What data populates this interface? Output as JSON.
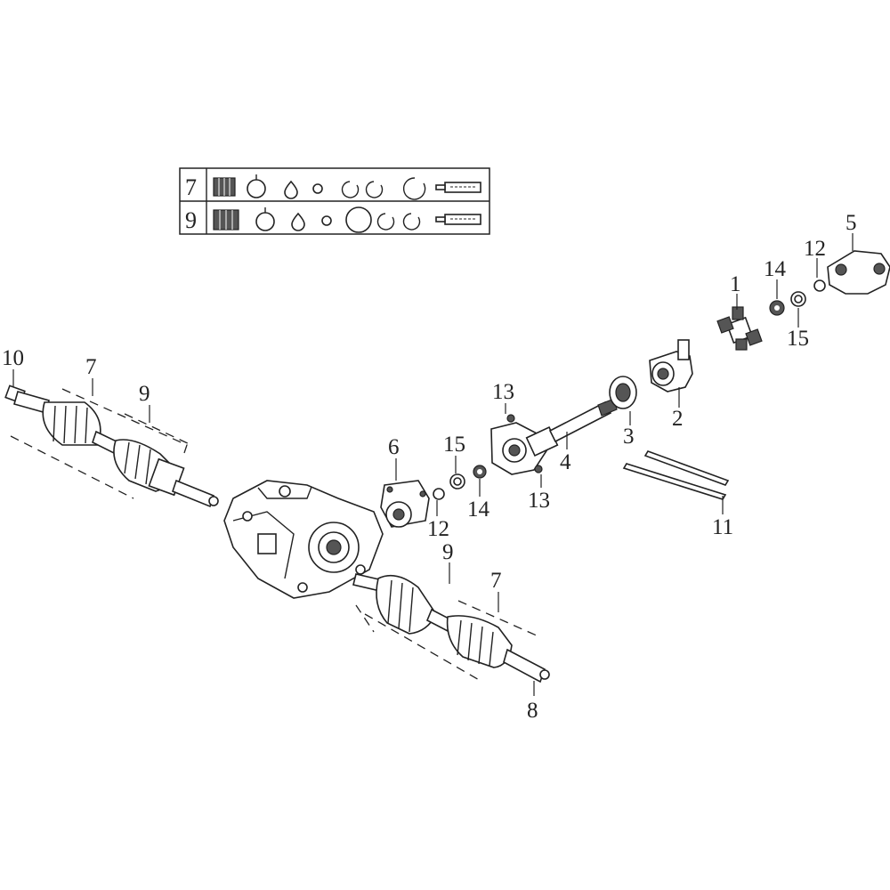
{
  "kit_table": {
    "rows": [
      {
        "id": "7",
        "items": [
          "boot-kit-icon",
          "clamp-ring-icon",
          "drop-ring-icon",
          "small-ring-icon",
          "c-clip-icon",
          "c-clip-icon",
          "snap-ring-icon",
          "grease-tube-icon"
        ]
      },
      {
        "id": "9",
        "items": [
          "boot-kit-icon",
          "clamp-ring-icon",
          "drop-ring-icon",
          "small-ring-icon",
          "large-ring-icon",
          "c-clip-icon",
          "c-clip-icon",
          "grease-tube-icon"
        ]
      }
    ]
  },
  "callouts": {
    "c1": "1",
    "c2": "2",
    "c3": "3",
    "c4": "4",
    "c5": "5",
    "c6": "6",
    "c7a": "7",
    "c7b": "7",
    "c8": "8",
    "c9a": "9",
    "c9b": "9",
    "c10": "10",
    "c11": "11",
    "c12a": "12",
    "c12b": "12",
    "c13a": "13",
    "c13b": "13",
    "c14a": "14",
    "c14b": "14",
    "c15a": "15",
    "c15b": "15"
  },
  "colors": {
    "ink": "#222222",
    "background": "#ffffff"
  }
}
